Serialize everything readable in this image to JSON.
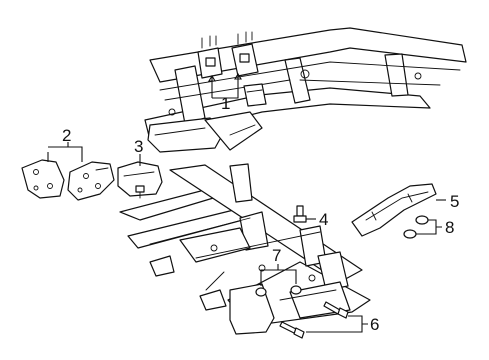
{
  "callouts": [
    {
      "id": "1",
      "label": "1"
    },
    {
      "id": "2",
      "label": "2"
    },
    {
      "id": "3",
      "label": "3"
    },
    {
      "id": "4",
      "label": "4"
    },
    {
      "id": "5",
      "label": "5"
    },
    {
      "id": "6",
      "label": "6"
    },
    {
      "id": "7",
      "label": "7"
    },
    {
      "id": "8",
      "label": "8"
    }
  ],
  "colors": {
    "line": "#111111",
    "background": "#ffffff"
  }
}
